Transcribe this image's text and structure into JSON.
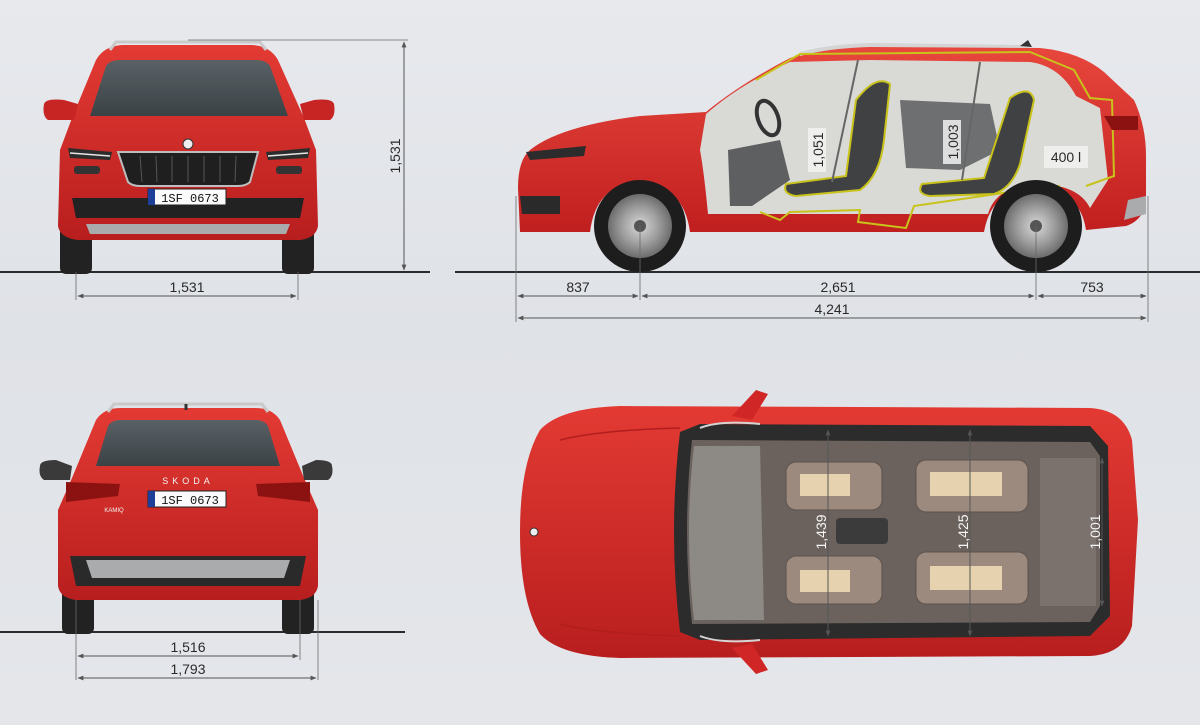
{
  "colors": {
    "body_red": "#d72a2a",
    "body_red_dark": "#a51818",
    "glass": "#4c5358",
    "cabin_line": "#c8c21a",
    "background": "#e4e6ea"
  },
  "front_view": {
    "plate": "1SF 0673",
    "height_label": "1,531",
    "track_label": "1,531"
  },
  "side_view": {
    "front_headroom": "1,051",
    "rear_headroom": "1,003",
    "boot_volume": "400 l",
    "front_overhang": "837",
    "wheelbase": "2,651",
    "rear_overhang": "753",
    "length": "4,241"
  },
  "rear_view": {
    "plate": "1SF 0673",
    "badge": "SKODA",
    "model_badge": "KAMIQ",
    "rear_track": "1,516",
    "width": "1,793"
  },
  "top_view": {
    "front_elbow": "1,439",
    "rear_elbow": "1,425",
    "boot_width": "1,001"
  }
}
